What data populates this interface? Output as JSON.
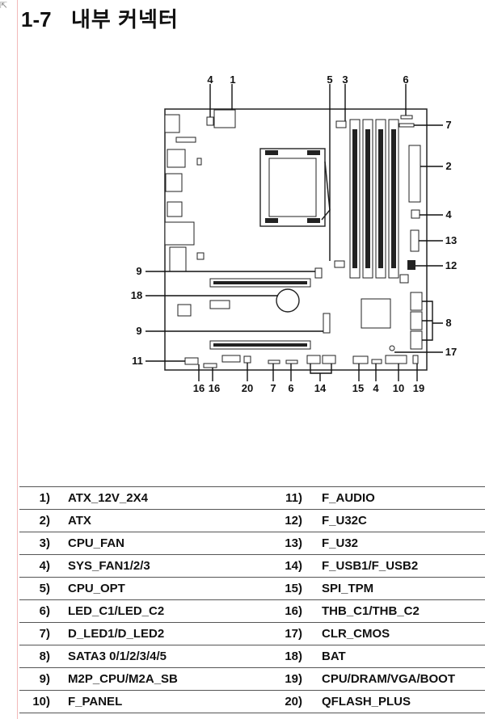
{
  "section": {
    "number": "1-7",
    "title": "내부 커넥터"
  },
  "callouts": {
    "top": [
      "4",
      "1",
      "5",
      "3",
      "6"
    ],
    "right": [
      "7",
      "2",
      "4",
      "13",
      "12",
      "8",
      "17"
    ],
    "left": [
      "9",
      "18",
      "9",
      "11"
    ],
    "bottom": [
      "16",
      "16",
      "20",
      "7",
      "6",
      "14",
      "15",
      "4",
      "10",
      "19"
    ]
  },
  "connectors": [
    {
      "num": "1)",
      "name": "ATX_12V_2X4"
    },
    {
      "num": "2)",
      "name": "ATX"
    },
    {
      "num": "3)",
      "name": "CPU_FAN"
    },
    {
      "num": "4)",
      "name": "SYS_FAN1/2/3"
    },
    {
      "num": "5)",
      "name": "CPU_OPT"
    },
    {
      "num": "6)",
      "name": "LED_C1/LED_C2"
    },
    {
      "num": "7)",
      "name": "D_LED1/D_LED2"
    },
    {
      "num": "8)",
      "name": "SATA3 0/1/2/3/4/5"
    },
    {
      "num": "9)",
      "name": "M2P_CPU/M2A_SB"
    },
    {
      "num": "10)",
      "name": "F_PANEL"
    },
    {
      "num": "11)",
      "name": "F_AUDIO"
    },
    {
      "num": "12)",
      "name": "F_U32C"
    },
    {
      "num": "13)",
      "name": "F_U32"
    },
    {
      "num": "14)",
      "name": "F_USB1/F_USB2"
    },
    {
      "num": "15)",
      "name": "SPI_TPM"
    },
    {
      "num": "16)",
      "name": "THB_C1/THB_C2"
    },
    {
      "num": "17)",
      "name": "CLR_CMOS"
    },
    {
      "num": "18)",
      "name": "BAT"
    },
    {
      "num": "19)",
      "name": "CPU/DRAM/VGA/BOOT"
    },
    {
      "num": "20)",
      "name": "QFLASH_PLUS"
    }
  ]
}
